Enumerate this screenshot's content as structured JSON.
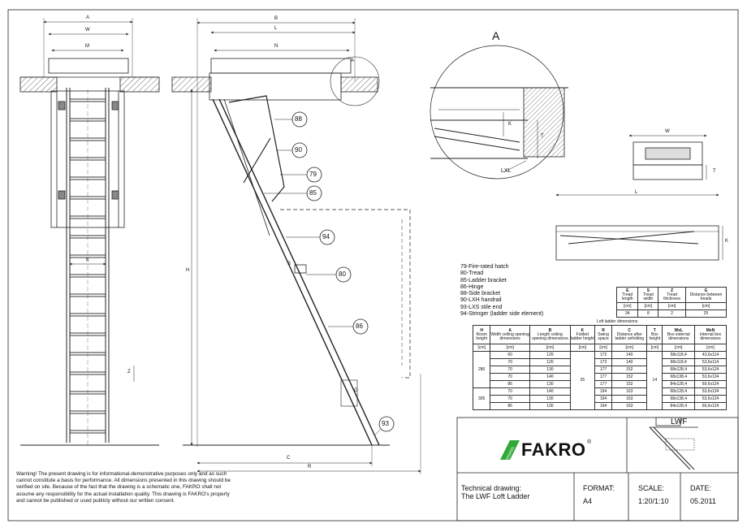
{
  "view_a_labels": {
    "A": "A",
    "W": "W",
    "M": "M",
    "E": "E",
    "Z": "Z"
  },
  "side_labels": {
    "B": "B",
    "L": "L",
    "N": "N",
    "A": "A",
    "H": "H",
    "S": "S",
    "G": "G",
    "C": "C",
    "R": "R"
  },
  "callouts": [
    "88",
    "90",
    "79",
    "85",
    "94",
    "80",
    "86",
    "93"
  ],
  "detail_labels": {
    "A": "A",
    "K": "K",
    "T": "T",
    "LXL": "LXL",
    "W": "W",
    "T2": "T",
    "L": "L",
    "K2": "K"
  },
  "legend": [
    "79-Fire-rated hatch",
    "80-Tread",
    "85-Ladder bracket",
    "86-Hinge",
    "88-Side bracket",
    "90-LXH handrail",
    "93-LXS stile end",
    "94-Stringer (ladder side element)"
  ],
  "small_table": {
    "headers": [
      [
        "E",
        "Tread length"
      ],
      [
        "S",
        "Tread width"
      ],
      [
        "Z",
        "Tread thickness"
      ],
      [
        "G",
        "Distance between treads"
      ]
    ],
    "units": [
      "[cm]",
      "[cm]",
      "[cm]",
      "[cm]"
    ],
    "values": [
      "34",
      "8",
      "2",
      "25"
    ]
  },
  "big_table": {
    "caption": "Loft ladder dimensions",
    "headers": [
      [
        "H",
        "Room height"
      ],
      [
        "A",
        "Width ceiling opening dimensions"
      ],
      [
        "B",
        "Length ceiling opening dimensions"
      ],
      [
        "K",
        "Folded ladder height"
      ],
      [
        "R",
        "Swing space"
      ],
      [
        "C",
        "Distance after ladder unfolding"
      ],
      [
        "T",
        "Box height"
      ],
      [
        "WxL",
        "Box external dimensions"
      ],
      [
        "MxN",
        "Internal box dimensions"
      ]
    ],
    "unit": "[cm]",
    "h_groups": [
      {
        "value": "280",
        "rows": 5
      },
      {
        "value": "305",
        "rows": 3
      }
    ],
    "k_value": "35",
    "t_value": "14",
    "rows": [
      [
        "60",
        "120",
        "172",
        "140",
        "58x118,4",
        "43,6x114"
      ],
      [
        "70",
        "120",
        "172",
        "140",
        "68x118,4",
        "53,6x114"
      ],
      [
        "70",
        "130",
        "177",
        "152",
        "68x128,4",
        "53,6x124"
      ],
      [
        "70",
        "140",
        "177",
        "152",
        "68x138,4",
        "53,6x134"
      ],
      [
        "86",
        "130",
        "177",
        "152",
        "84x128,4",
        "69,6x124"
      ],
      [
        "70",
        "140",
        "194",
        "163",
        "68x128,4",
        "53,6x134"
      ],
      [
        "70",
        "130",
        "194",
        "163",
        "68x138,4",
        "53,6x124"
      ],
      [
        "86",
        "130",
        "194",
        "163",
        "84x128,4",
        "69,6x124"
      ]
    ]
  },
  "title_block": {
    "logo_text": "FAKRO",
    "registered": "®",
    "thumb_label": "LWF",
    "drawing_label": "Technical drawing:",
    "drawing_title": "The LWF Loft Ladder",
    "format_label": "FORMAT:",
    "format_value": "A4",
    "scale_label": "SCALE:",
    "scale_value": "1:20/1:10",
    "date_label": "DATE:",
    "date_value": "05.2011"
  },
  "warning": "Warning! The present drawing is for informational-demonstrative purposes only and as such cannot constitute a basis for performance. All dimensions presented in this drawing should be verified on site. Because of the fact that the drawing is a schematic one, FAKRO shall not assume any responsibility for the actual installation quality. This drawing is FAKRO's property and cannot be published or used publicly without our written consent.",
  "colors": {
    "logo_green": "#2fa836",
    "logo_text": "#222222",
    "line": "#222222"
  }
}
